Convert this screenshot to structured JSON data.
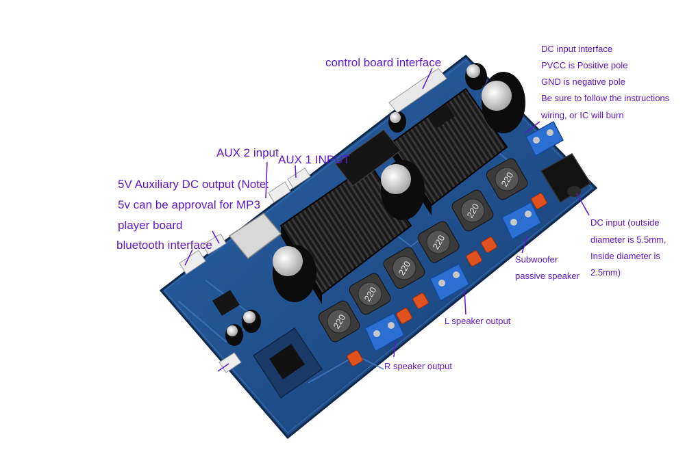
{
  "labels": {
    "control_board": "control board interface",
    "dc_interface_lines": [
      "DC input interface",
      " PVCC is Positive pole",
      "GND is negative pole",
      " Be sure to follow the instructions",
      "wiring, or IC will burn"
    ],
    "aux2": "AUX 2 input",
    "aux1": "AUX 1 INPUT",
    "aux5v_lines": [
      "5V Auxiliary DC output (Note:",
      "5v can be approval for MP3",
      "player board"
    ],
    "bluetooth": "bluetooth interface",
    "dc_input_lines": [
      "DC input (outside",
      "diameter is 5.5mm,",
      "Inside diameter is",
      "2.5mm)"
    ],
    "subwoofer_lines": [
      "Subwoofer",
      "passive speaker"
    ],
    "l_speaker": "L speaker output",
    "r_speaker": "R speaker output"
  },
  "inductor_marking": "220",
  "colors": {
    "label_text": "#5b17c8",
    "pcb": "#1f4f8f",
    "heatsink": "#1c1c1c",
    "terminal_block": "#2a6fd1",
    "capacitor": "#101010"
  }
}
